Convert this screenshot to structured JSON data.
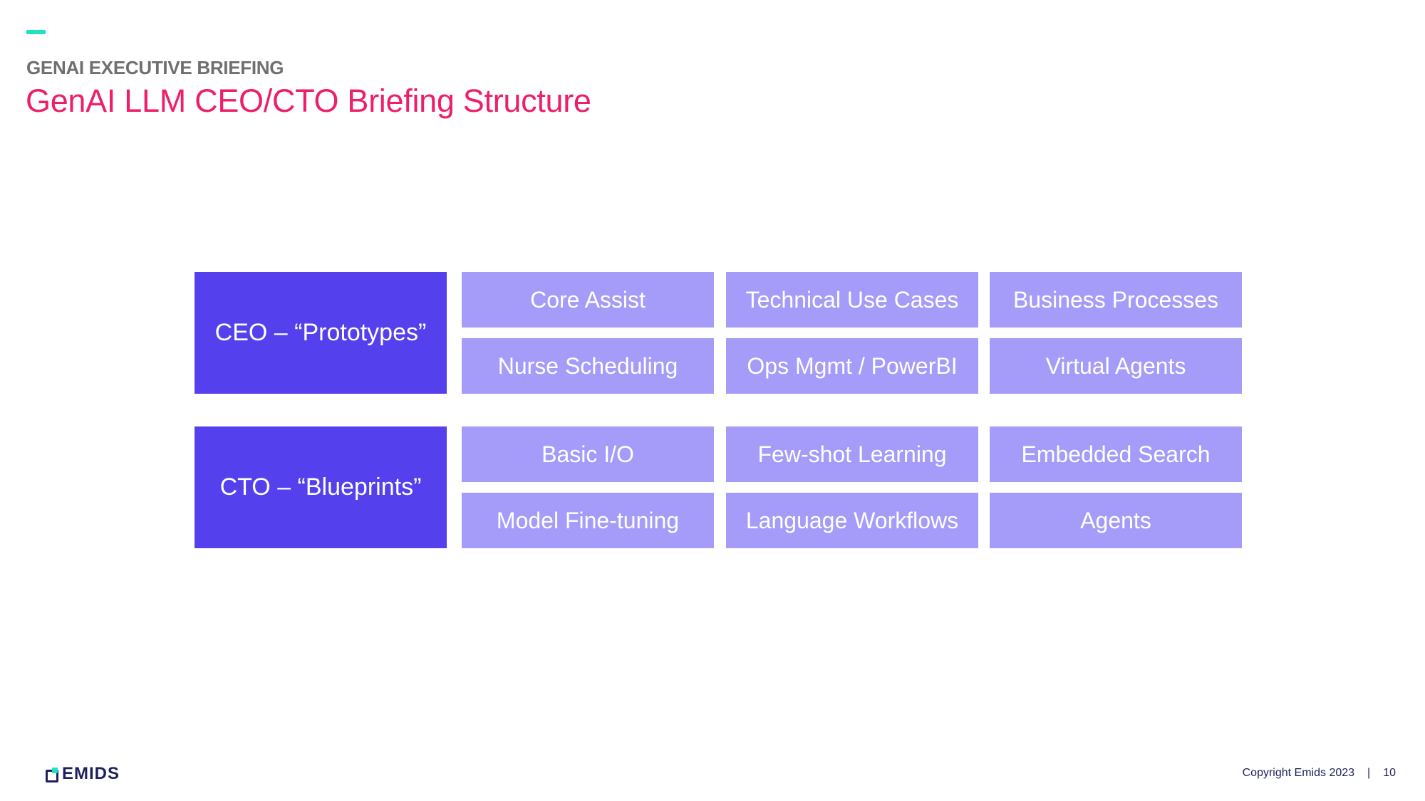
{
  "header": {
    "eyebrow": "GENAI EXECUTIVE BRIEFING",
    "title": "GenAI LLM CEO/CTO Briefing Structure"
  },
  "rows": [
    {
      "role": "CEO – “Prototypes”",
      "items": [
        "Core Assist",
        "Technical Use Cases",
        "Business Processes",
        "Nurse Scheduling",
        "Ops Mgmt / PowerBI",
        "Virtual Agents"
      ]
    },
    {
      "role": "CTO – “Blueprints”",
      "items": [
        "Basic I/O",
        "Few-shot Learning",
        "Embedded Search",
        "Model Fine-tuning",
        "Language Workflows",
        "Agents"
      ]
    }
  ],
  "footer": {
    "logo_text": "EMIDS",
    "copyright": "Copyright Emids 2023",
    "separator": "|",
    "page_number": "10"
  },
  "colors": {
    "accent": "#1de3c3",
    "title": "#ee1f6a",
    "role_box": "#5440ec",
    "cell": "#a59bf8",
    "brand_navy": "#1f1f5c"
  },
  "icons": {
    "logo": "emids-logo-icon"
  }
}
